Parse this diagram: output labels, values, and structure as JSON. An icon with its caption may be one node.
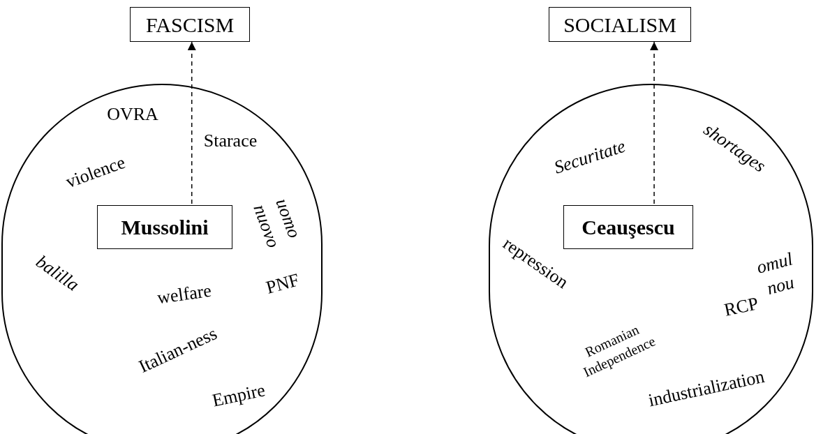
{
  "diagram": {
    "nodes": [
      {
        "text": [
          "FASCISM"
        ]
      },
      {
        "text": [
          "OVRA",
          "Starace",
          "violence",
          "uomo nuovo",
          "balilla",
          "welfare",
          "PNF",
          "Italian-ness",
          "Empire"
        ]
      },
      {
        "text": [
          "Mussolini"
        ],
        "in": 1
      },
      {
        "text": [
          "SOCIALISM"
        ]
      },
      {
        "text": [
          "Securitate",
          "shortages",
          "omul nou",
          "repression",
          "Romanian Independence",
          "RCP",
          "industrialization"
        ]
      },
      {
        "text": [
          "Ceauşescu"
        ],
        "in": 4
      }
    ],
    "edges": [
      {
        "from": 2,
        "to": 0,
        "arrow": "to",
        "style": "dashed"
      },
      {
        "from": 5,
        "to": 3,
        "arrow": "to",
        "style": "dashed"
      }
    ]
  }
}
